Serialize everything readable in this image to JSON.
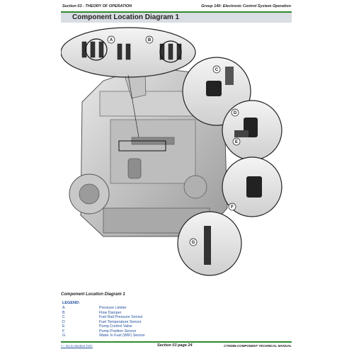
{
  "header": {
    "left": "Section 03 - THEORY OF OPERATION",
    "right": "Group 140: Electronic Control System Operation"
  },
  "title": "Component Location Diagram 1",
  "callouts": [
    "A",
    "B",
    "C",
    "D",
    "E",
    "F",
    "G"
  ],
  "caption": "Component Location Diagram 1",
  "legend": {
    "title": "LEGEND:",
    "items": [
      {
        "letter": "A",
        "text": "Pressure Limiter"
      },
      {
        "letter": "B",
        "text": "Flow Damper"
      },
      {
        "letter": "C",
        "text": "Fuel Rail Pressure Sensor"
      },
      {
        "letter": "D",
        "text": "Fuel Temperature Sensor"
      },
      {
        "letter": "E",
        "text": "Pump Control Valve"
      },
      {
        "letter": "F",
        "text": "Pump Position Sensor"
      },
      {
        "letter": "G",
        "text": "Water In Fuel (WIF) Sensor"
      }
    ]
  },
  "footer": {
    "link": "<-- Go to Section TOC",
    "page": "Section 03 page 24",
    "manual": "CTM385-COMPONENT TECHNICAL MANUAL"
  },
  "colors": {
    "rule": "#2d8a2d",
    "legend": "#1f4e9c",
    "title_bar": "#d9dde4"
  }
}
